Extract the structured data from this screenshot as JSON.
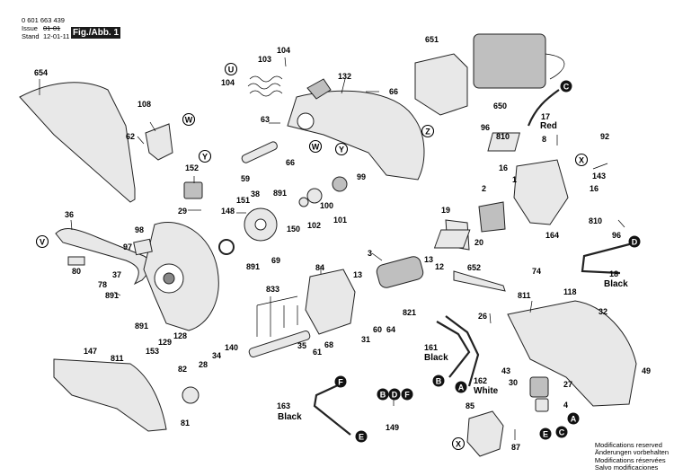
{
  "header": {
    "doc_number": "0 601 663 439",
    "issue_label": "Issue",
    "issue_value": "01-01",
    "stand_label": "Stand",
    "stand_value": "12-01-11",
    "figure_label": "Fig./Abb. 1"
  },
  "notes": [
    "Modifications reserved",
    "Änderungen vorbehalten",
    "Modifications réservées",
    "Salvo modificaciones"
  ],
  "part_labels": {
    "p654": "654",
    "p108": "108",
    "p62": "62",
    "p152": "152",
    "p29": "29",
    "p36": "36",
    "p98": "98",
    "p97": "97",
    "p80": "80",
    "p37": "37",
    "p78": "78",
    "p891a": "891",
    "p891b": "891",
    "p891c": "891",
    "p104a": "104",
    "p104b": "104",
    "p103": "103",
    "p63": "63",
    "p66a": "66",
    "p66b": "66",
    "p59": "59",
    "p132": "132",
    "p151": "151",
    "p148": "148",
    "p38": "38",
    "p150": "150",
    "p102": "102",
    "p100": "100",
    "p101": "101",
    "p99": "99",
    "p69": "69",
    "p651": "651",
    "p650": "650",
    "p96a": "96",
    "p96b": "96",
    "p810a": "810",
    "p810b": "810",
    "p17": "17",
    "p8": "8",
    "p16a": "16",
    "p16b": "16",
    "p92": "92",
    "p143": "143",
    "p1": "1",
    "p2": "2",
    "p19": "19",
    "p20": "20",
    "p164": "164",
    "p74": "74",
    "p18": "18",
    "p3": "3",
    "p13a": "13",
    "p13b": "13",
    "p12": "12",
    "p84": "84",
    "p652": "652",
    "p811a": "811",
    "p811b": "811",
    "p118": "118",
    "p32": "32",
    "p821": "821",
    "p26": "26",
    "p833": "833",
    "p60": "60",
    "p64": "64",
    "p61": "61",
    "p68": "68",
    "p35": "35",
    "p31": "31",
    "p161": "161",
    "p162": "162",
    "p43": "43",
    "p30": "30",
    "p27": "27",
    "p4": "4",
    "p49": "49",
    "p129": "129",
    "p128": "128",
    "p153": "153",
    "p34": "34",
    "p140": "140",
    "p147": "147",
    "p82": "82",
    "p28": "28",
    "p81": "81",
    "p163": "163",
    "p149": "149",
    "p85": "85",
    "p87": "87"
  },
  "wire_labels": {
    "red": "Red",
    "black_18": "Black",
    "black_161": "Black",
    "black_163": "Black",
    "white_162": "White"
  },
  "connectors": {
    "A1": "A",
    "A2": "A",
    "B1": "B",
    "B2": "B",
    "C1": "C",
    "C2": "C",
    "D1": "D",
    "D2": "D",
    "E1": "E",
    "E2": "E",
    "F1": "F",
    "F2": "F",
    "U": "U",
    "V": "V",
    "W1": "W",
    "W2": "W",
    "X1": "X",
    "X2": "X",
    "Y1": "Y",
    "Y2": "Y",
    "Z": "Z"
  },
  "colors": {
    "ink": "#000000",
    "part_fill": "#e8e8e8",
    "part_dark": "#bfbfbf",
    "background": "#ffffff"
  }
}
